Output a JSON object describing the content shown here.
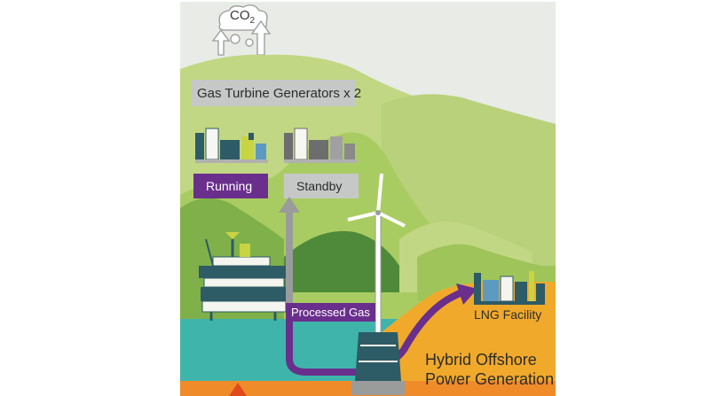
{
  "co2_label": {
    "main": "CO",
    "sub": "2"
  },
  "turbine_title": "Gas Turbine Generators x 2",
  "status": {
    "running": "Running",
    "standby": "Standby"
  },
  "flow_label": "Processed Gas",
  "facility_label": "LNG Facility",
  "headline": {
    "line1": "Hybrid Offshore",
    "line2": "Power Generation"
  },
  "colors": {
    "sky": "#e9ebe6",
    "hill_light": "#c2d783",
    "hill_green": "#7fb04a",
    "hill_dark": "#4f8a3a",
    "sea": "#3fb4ab",
    "sea_dark": "#2f9a92",
    "land_orange": "#f1a92b",
    "purple": "#6a2f8c",
    "gray_box": "#c6c8c8",
    "ground": "#f08b2a"
  },
  "icons": [
    "co2-cloud-icon",
    "emission-arrow-icon",
    "power-plant-icon",
    "offshore-platform-icon",
    "wind-turbine-icon",
    "lng-facility-icon"
  ]
}
